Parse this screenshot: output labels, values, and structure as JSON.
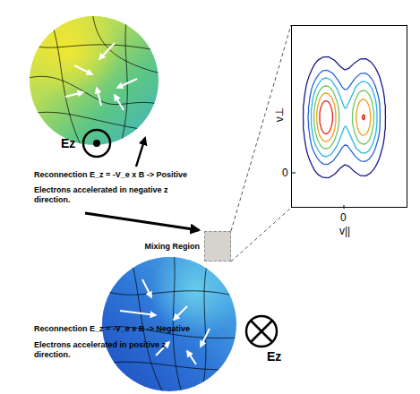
{
  "diagram": {
    "nodes": [
      {
        "text": [
          "Ez"
        ]
      },
      {
        "text": [
          "v⊥",
          "0",
          "0",
          "v||"
        ]
      },
      {
        "text": [
          "Mixing Region"
        ]
      },
      {
        "text": [
          "Ez"
        ]
      }
    ],
    "edges": [
      {
        "from": 2,
        "to": 1,
        "arrow": "none"
      },
      {
        "from": 2,
        "to": 1,
        "arrow": "none"
      }
    ],
    "labels": [
      "Reconnection E_z = -V_e x B -> Positive",
      "Electrons accelerated in negative z direction.",
      "Reconnection E_z = -V_e x B -> Negative",
      "Electrons accelerated in positive z direction."
    ]
  }
}
